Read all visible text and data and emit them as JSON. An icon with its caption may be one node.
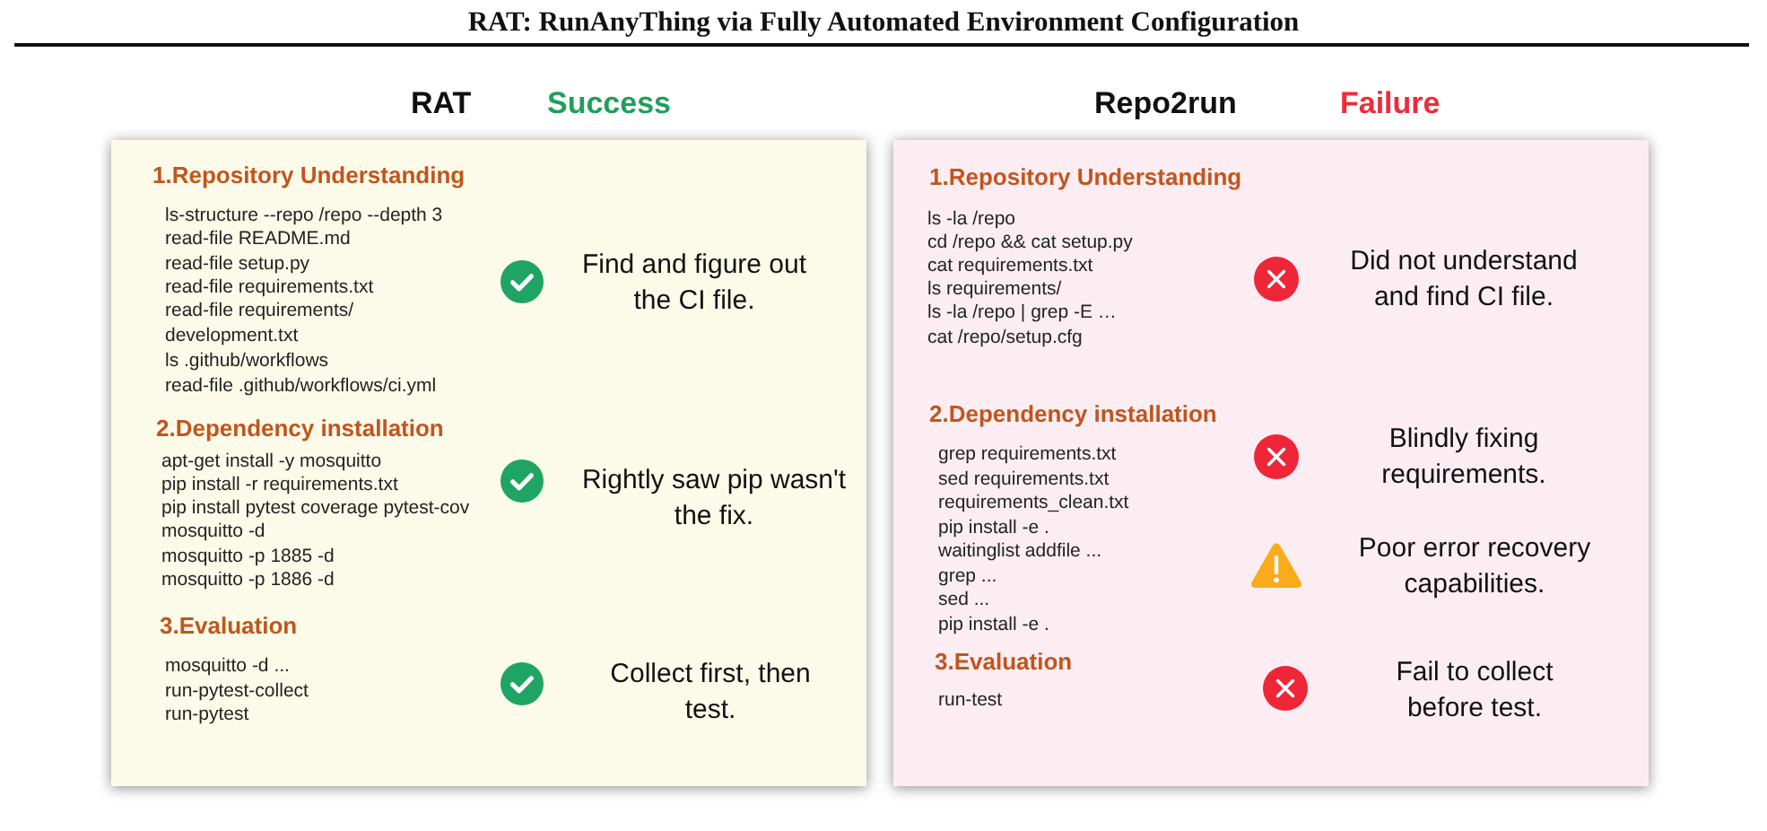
{
  "diagram": {
    "title": "RAT: RunAnyThing via Fully Automated Environment Configuration",
    "nodes": [
      {
        "text": [
          "RAT",
          "Success",
          "1.Repository Understanding",
          "ls-structure --repo /repo --depth 3",
          "read-file README.md",
          "read-file setup.py",
          "read-file requirements.txt",
          "read-file requirements/ development.txt",
          "ls .github/workflows",
          "read-file .github/workflows/ci.yml",
          "Find and figure out the CI file.",
          "2.Dependency installation",
          "apt-get install -y mosquitto",
          "pip install -r requirements.txt",
          "pip install pytest coverage pytest-cov",
          "mosquitto -d",
          "mosquitto -p 1885 -d",
          "mosquitto -p 1886 -d",
          "Rightly saw pip wasn't the fix.",
          "3.Evaluation",
          "mosquitto -d ...",
          "run-pytest-collect",
          "run-pytest",
          "Collect first, then test."
        ]
      },
      {
        "text": [
          "Repo2run",
          "Failure",
          "1.Repository Understanding",
          "ls -la /repo",
          "cd /repo && cat setup.py",
          "cat requirements.txt",
          "ls requirements/",
          "ls -la /repo | grep -E …",
          "cat /repo/setup.cfg",
          "Did not understand and find CI file.",
          "2.Dependency installation",
          "grep requirements.txt",
          "sed requirements.txt",
          "requirements_clean.txt",
          "pip install -e .",
          "waitinglist addfile ...",
          "grep ...",
          "sed ...",
          "pip install -e .",
          "Blindly fixing requirements.",
          "Poor error recovery capabilities.",
          "3.Evaluation",
          "run-test",
          "Fail to collect before test."
        ]
      }
    ]
  }
}
